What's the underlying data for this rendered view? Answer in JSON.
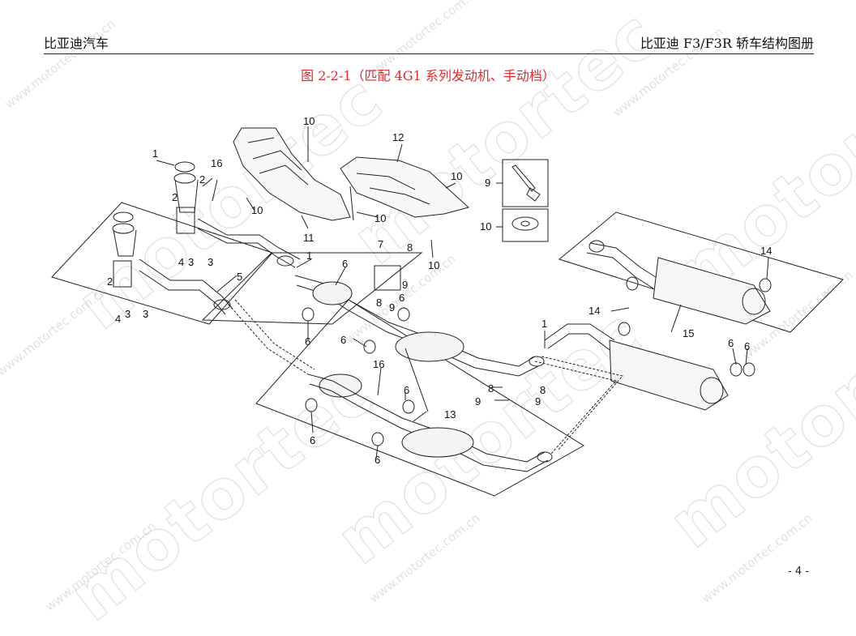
{
  "header": {
    "left": "比亚迪汽车",
    "right": "比亚迪 F3/F3R 轿车结构图册"
  },
  "figure_title": "图 2-2-1（匹配 4G1 系列发动机、手动档）",
  "page_number": "- 4 -",
  "watermark": {
    "url": "www.motortec.com.cn",
    "logo": "motortec"
  },
  "callouts": {
    "c1": "1",
    "c2": "2",
    "c3": "3",
    "c4": "4",
    "c5": "5",
    "c6": "6",
    "c7": "7",
    "c8": "8",
    "c9": "9",
    "c10": "10",
    "c11": "11",
    "c12": "12",
    "c13": "13",
    "c14": "14",
    "c15": "15",
    "c16": "16"
  },
  "colors": {
    "title": "#e0282e",
    "line": "#222222",
    "watermark": "#c9c9c9"
  }
}
